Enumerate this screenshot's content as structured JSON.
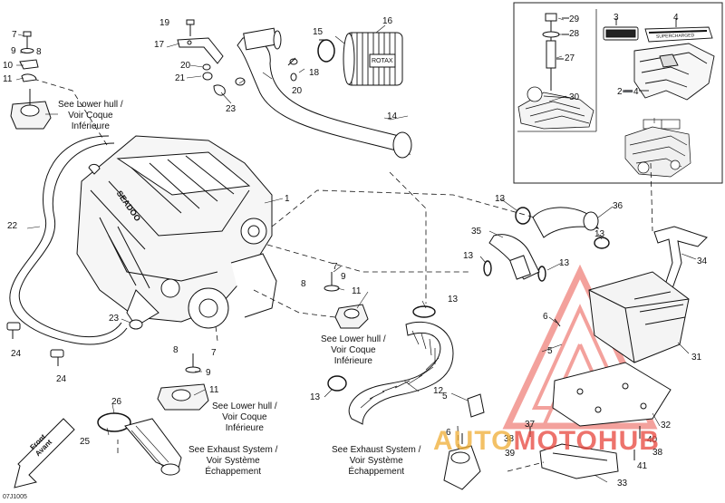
{
  "diagram": {
    "drawing_code": "07J1005",
    "part_labels": {
      "p1": "1",
      "p2to4": "2➖4",
      "p3": "3",
      "p4": "4",
      "p5a": "5",
      "p5b": "5",
      "p6a": "6",
      "p6b": "6",
      "p7a": "7",
      "p7b": "7",
      "p7c": "7",
      "p8a": "8",
      "p8b": "8",
      "p8c": "8",
      "p9a": "9",
      "p9b": "9",
      "p9c": "9",
      "p10": "10",
      "p11a": "11",
      "p11b": "11",
      "p11c": "11",
      "p12": "12",
      "p13a": "13",
      "p13b": "13",
      "p13c": "13",
      "p13d": "13",
      "p13e": "13",
      "p13f": "13",
      "p14": "14",
      "p15": "15",
      "p16": "16",
      "p17": "17",
      "p18": "18",
      "p19": "19",
      "p20a": "20",
      "p20b": "20",
      "p21": "21",
      "p22": "22",
      "p23a": "23",
      "p23b": "23",
      "p24a": "24",
      "p24b": "24",
      "p25": "25",
      "p26": "26",
      "p27": "27",
      "p28": "28",
      "p29": "29",
      "p30": "30",
      "p31": "31",
      "p32": "32",
      "p33": "33",
      "p34": "34",
      "p35": "35",
      "p36": "36",
      "p37": "37",
      "p38a": "38",
      "p38b": "38",
      "p39": "39",
      "p40": "40",
      "p41": "41"
    },
    "notes": {
      "lower_hull_1": "See Lower hull /\nVoir Coque\nInférieure",
      "lower_hull_2": "See Lower hull /\nVoir Coque\nInférieure",
      "lower_hull_3": "See Lower hull /\nVoir Coque\nInférieure",
      "exhaust_1": "See Exhaust System /\nVoir Système\nÉchappement",
      "exhaust_2": "See Exhaust System /\nVoir Système\nÉchappement"
    },
    "front_arrow": "Front\nAvant",
    "engine_brand": "SEADOO",
    "filter_brand": "ROTAX",
    "sticker_text": "SUPERCHARGED",
    "watermark": {
      "text_a": "AUTO",
      "text_b": "MOTO",
      "text_c": "HUB",
      "color": "#e8453c",
      "text_color": "#f0ad33"
    }
  }
}
